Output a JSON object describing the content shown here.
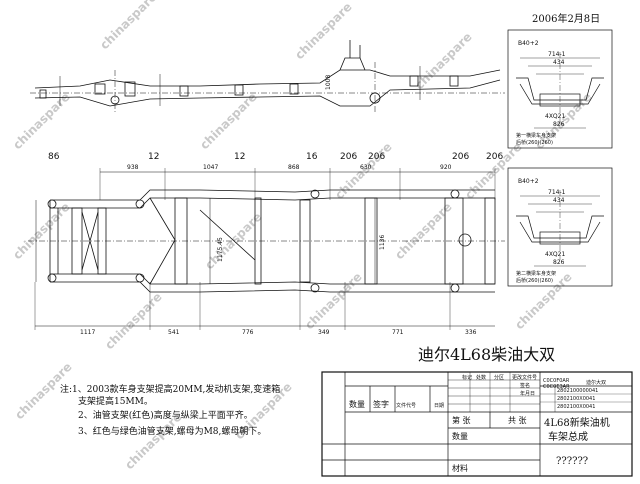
{
  "date": "2006年2月8日",
  "title": "迪尔4L68柴油大双",
  "watermark": "chinaspare",
  "top_segments": [
    "86",
    "12",
    "12",
    "16",
    "206",
    "206",
    "206",
    "206"
  ],
  "plan_dims": {
    "top": [
      "938",
      "1047",
      "868",
      "630",
      "920"
    ],
    "bottom": [
      "1117",
      "541",
      "776",
      "349",
      "771",
      "336"
    ],
    "vertical": [
      "1175.45",
      "1136"
    ]
  },
  "side_dims": [
    "1008"
  ],
  "section_top": {
    "labels": [
      "B40+2",
      "714-1",
      "434",
      "4XQ21",
      "826"
    ],
    "notes": [
      "第一横梁车身支架",
      "后桥(260)(260)"
    ]
  },
  "section_bottom": {
    "labels": [
      "B40+2",
      "714-1",
      "434",
      "4XQ21",
      "826"
    ],
    "notes": [
      "第二横梁车身支架",
      "后桥(260)(260)"
    ]
  },
  "notes": [
    "注:1、2003款车身支架提高20MM,发动机支架,变速箱",
    "支架提高15MM。",
    "2、油管支架(红色)高度与纵梁上平面平齐。",
    "3、红色与绿色油管支架,螺母为M8,螺母朝下。"
  ],
  "title_block": {
    "small_headers": [
      "标记",
      "处数",
      "分区",
      "更改文件号",
      "签名",
      "年月日"
    ],
    "qty_labels": [
      "数量",
      "签字",
      "文件代号",
      "日期"
    ],
    "sheet_label": "第  张",
    "total_label": "共  张",
    "quantity_label": "数量",
    "material_label": "材料",
    "part_name": "4L68新柴油机",
    "part_sub": "车架总成",
    "part_code_small": [
      "C0C0F0AR",
      "C0C0E3AR",
      "迪尔大双"
    ],
    "drawing_no": "??????",
    "codes": [
      "2802100000041",
      "2802100X0041",
      "2802100X0041"
    ]
  }
}
